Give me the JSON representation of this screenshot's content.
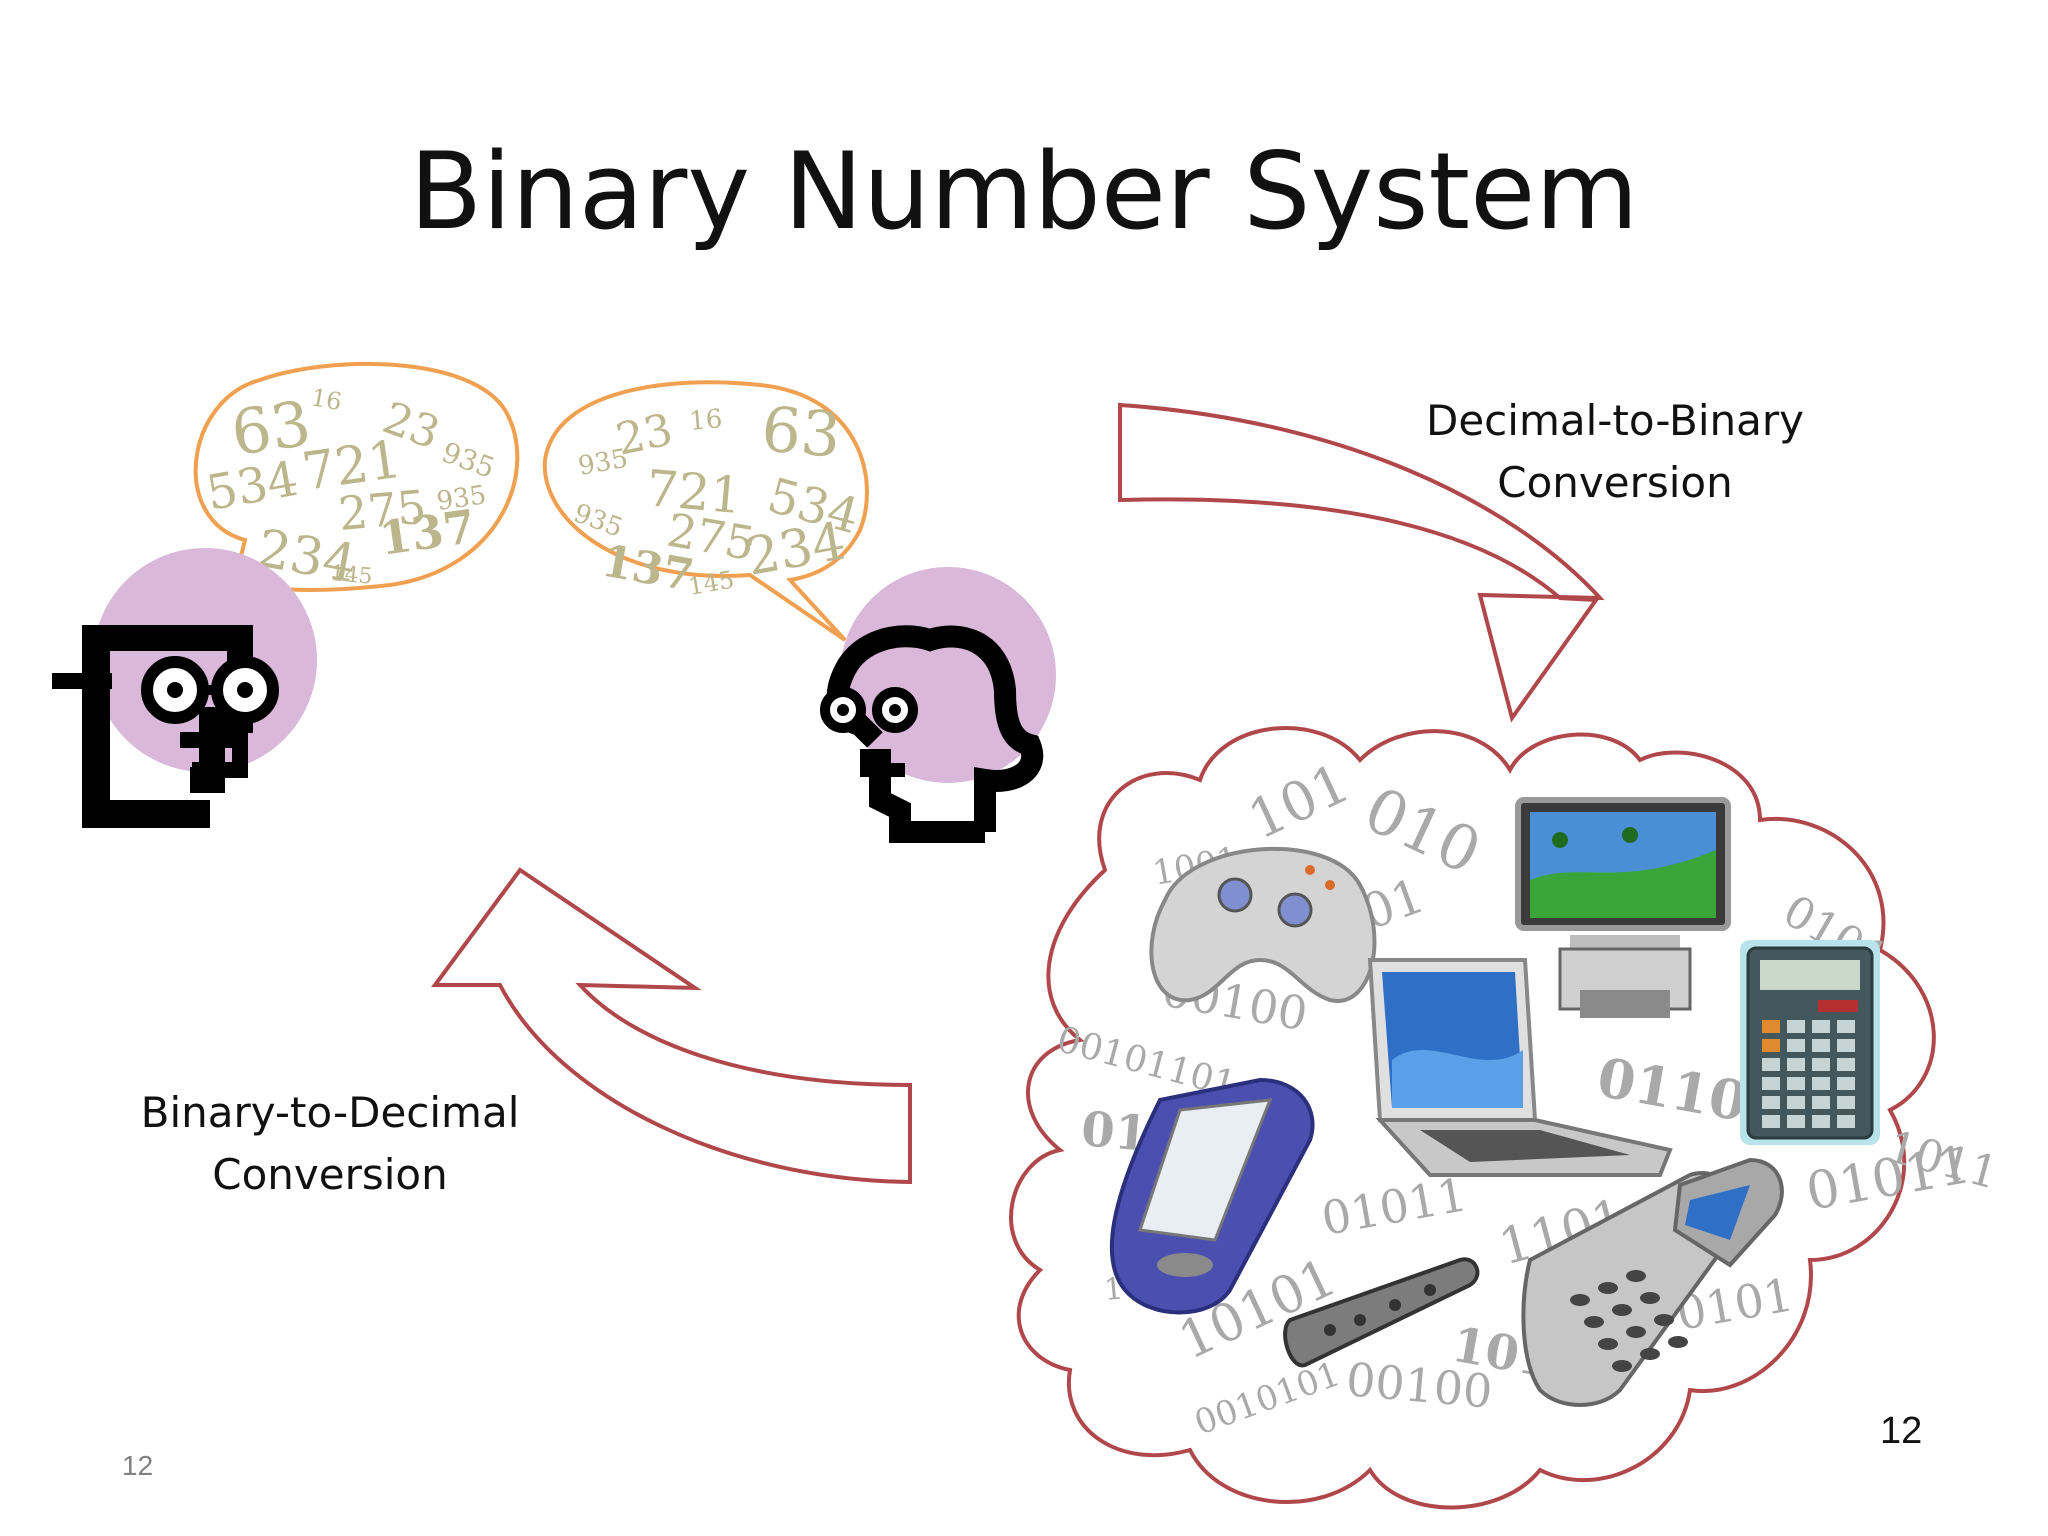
{
  "slide": {
    "title": "Binary Number System",
    "slide_number_small": "12",
    "slide_number_large": "12"
  },
  "captions": {
    "decimal_to_binary": [
      "Decimal-to-Binary",
      "Conversion"
    ],
    "binary_to_decimal": [
      "Binary-to-Decimal",
      "Conversion"
    ]
  },
  "bubble_left_numbers": [
    "63",
    "16",
    "23",
    "935",
    "534",
    "721",
    "275",
    "935",
    "234",
    "145",
    "137"
  ],
  "bubble_right_numbers": [
    "935",
    "23",
    "16",
    "63",
    "721",
    "534",
    "935",
    "275",
    "234",
    "137",
    "145"
  ],
  "cloud_numbers": [
    "1001",
    "101",
    "010",
    "01",
    "00100",
    "00101101",
    "01",
    "01101",
    "0101",
    "01011",
    "1011",
    "1101",
    "10101",
    "00100",
    "0010101",
    "01011",
    "0101",
    "1001",
    "1011"
  ],
  "colors": {
    "arrow_outline": "#b0474a",
    "bubble_outline": "#f0a050",
    "head_circle": "#d9b8d9",
    "number_text": "#bbb68c"
  },
  "icons": [
    "man-head-icon",
    "woman-head-icon",
    "game-controller-icon",
    "flat-screen-tv-icon",
    "laptop-icon",
    "calculator-icon",
    "pda-icon",
    "remote-control-icon",
    "flip-phone-icon"
  ]
}
